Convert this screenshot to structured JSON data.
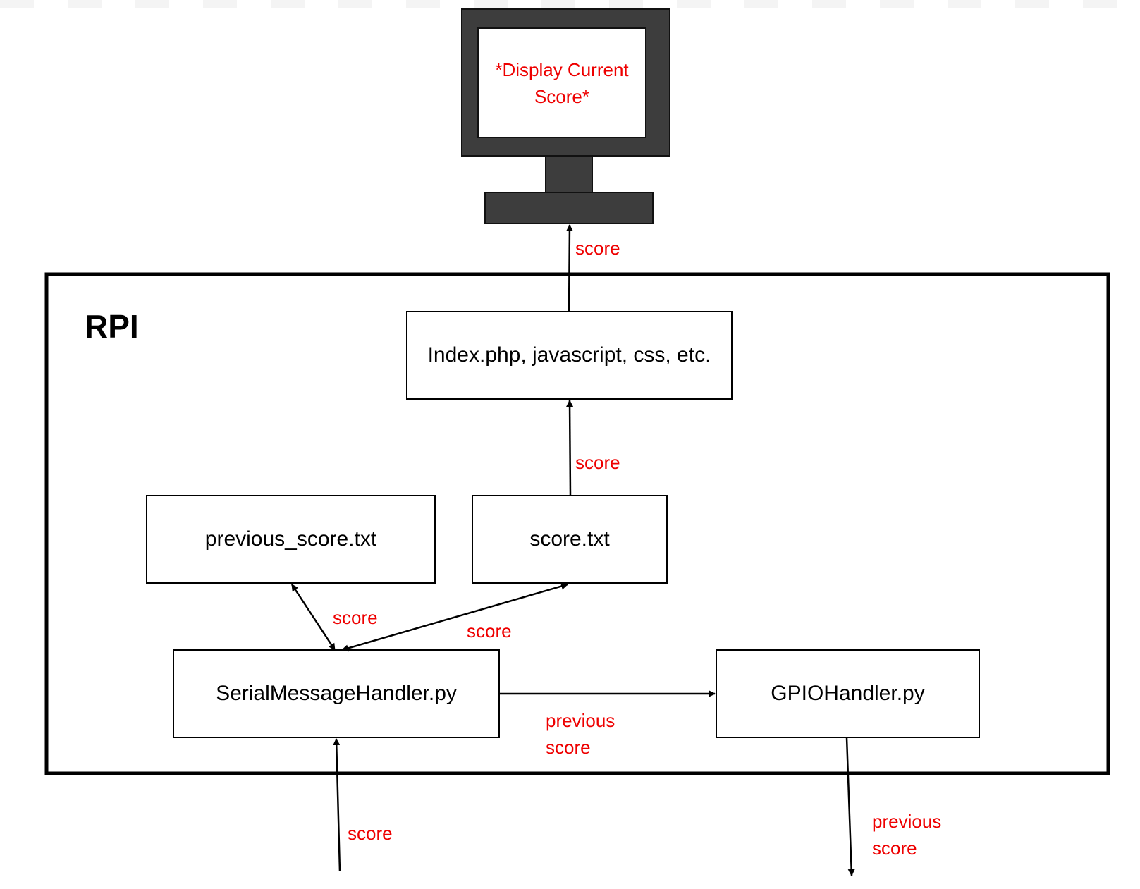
{
  "monitor": {
    "screen_text": "*Display Current Score*"
  },
  "rpi": {
    "title": "RPI"
  },
  "boxes": {
    "web": "Index.php, javascript, css, etc.",
    "previous_score_file": "previous_score.txt",
    "score_file": "score.txt",
    "serial_handler": "SerialMessageHandler.py",
    "gpio_handler": "GPIOHandler.py"
  },
  "labels": {
    "web_to_monitor": "score",
    "score_file_to_web": "score",
    "serial_previous_file": "score",
    "serial_score_file": "score",
    "serial_to_gpio": "previous score",
    "input_to_serial": "score",
    "gpio_output": "previous score"
  },
  "colors": {
    "label": "#ee0000",
    "monitor": "#3d3d3d",
    "line": "#000000"
  }
}
